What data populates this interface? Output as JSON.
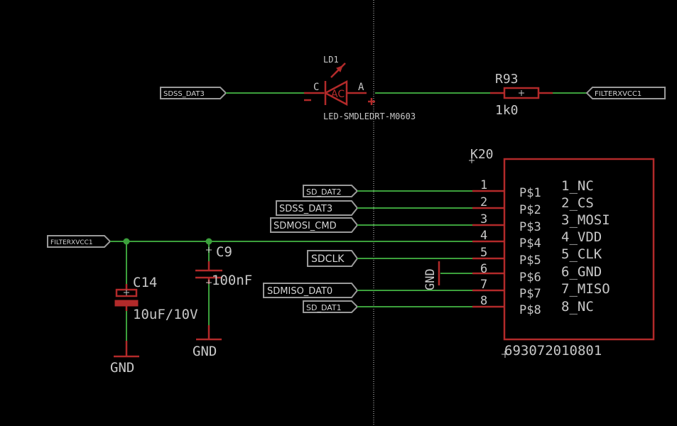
{
  "led": {
    "name": "LD1",
    "value": "LED-SMDLEDRT-M0603",
    "pin_c": "C",
    "pin_a": "A",
    "minus": "−",
    "plus": "+",
    "inner": "AC"
  },
  "resistor": {
    "name": "R93",
    "value": "1k0"
  },
  "connector": {
    "name": "K20",
    "value": "693072010801",
    "pin_numbers": [
      "1",
      "2",
      "3",
      "4",
      "5",
      "6",
      "7",
      "8"
    ],
    "pin_names": [
      "P$1",
      "P$2",
      "P$3",
      "P$4",
      "P$5",
      "P$6",
      "P$7",
      "P$8"
    ],
    "pin_functions": [
      "1_NC",
      "2_CS",
      "3_MOSI",
      "4_VDD",
      "5_CLK",
      "6_GND",
      "7_MISO",
      "8_NC"
    ]
  },
  "net_flags": {
    "sdss_dat3_top": "SDSS_DAT3",
    "filterxvcc1_right": "FILTERXVCC1",
    "sd_dat2": "SD_DAT2",
    "sdss_dat3": "SDSS_DAT3",
    "sdmosi_cmd": "SDMOSI_CMD",
    "filterxvcc1_left": "FILTERXVCC1",
    "sdclk": "SDCLK",
    "sdmiso_dat0": "SDMISO_DAT0",
    "sd_dat1": "SD_DAT1"
  },
  "cap_c14": {
    "name": "C14",
    "value": "10uF/10V"
  },
  "cap_c9": {
    "name": "C9",
    "value": "100nF"
  },
  "gnd": {
    "label": "GND"
  }
}
